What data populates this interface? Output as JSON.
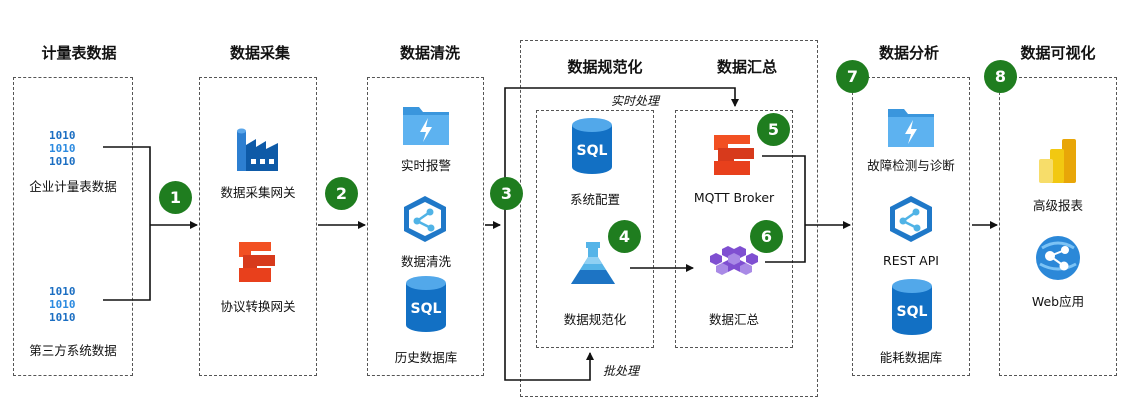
{
  "columns": {
    "meter": "计量表数据",
    "collect": "数据采集",
    "clean": "数据清洗",
    "normalize": "数据规范化",
    "aggregate": "数据汇总",
    "analyze": "数据分析",
    "visualize": "数据可视化"
  },
  "nodes": {
    "enterprise_meter": "企业计量表数据",
    "third_party": "第三方系统数据",
    "gateway": "数据采集网关",
    "protocol_gateway": "协议转换网关",
    "realtime_alarm": "实时报警",
    "data_cleaning": "数据清洗",
    "history_db": "历史数据库",
    "sys_config": "系统配置",
    "data_normalize": "数据规范化",
    "mqtt": "MQTT Broker",
    "data_aggregate": "数据汇总",
    "fault_detect": "故障检测与诊断",
    "rest_api": "REST API",
    "energy_db": "能耗数据库",
    "advanced_report": "高级报表",
    "web_app": "Web应用"
  },
  "flows": {
    "realtime": "实时处理",
    "batch": "批处理"
  },
  "icons": {
    "sql": "SQL",
    "binary": "1010"
  },
  "steps": [
    "1",
    "2",
    "3",
    "4",
    "5",
    "6",
    "7",
    "8"
  ],
  "colors": {
    "badge": "#1f7d1f",
    "azure_blue": "#0078d4",
    "orange_red": "#e8401c",
    "purple": "#7f4fd1",
    "gold": "#f2c811"
  }
}
